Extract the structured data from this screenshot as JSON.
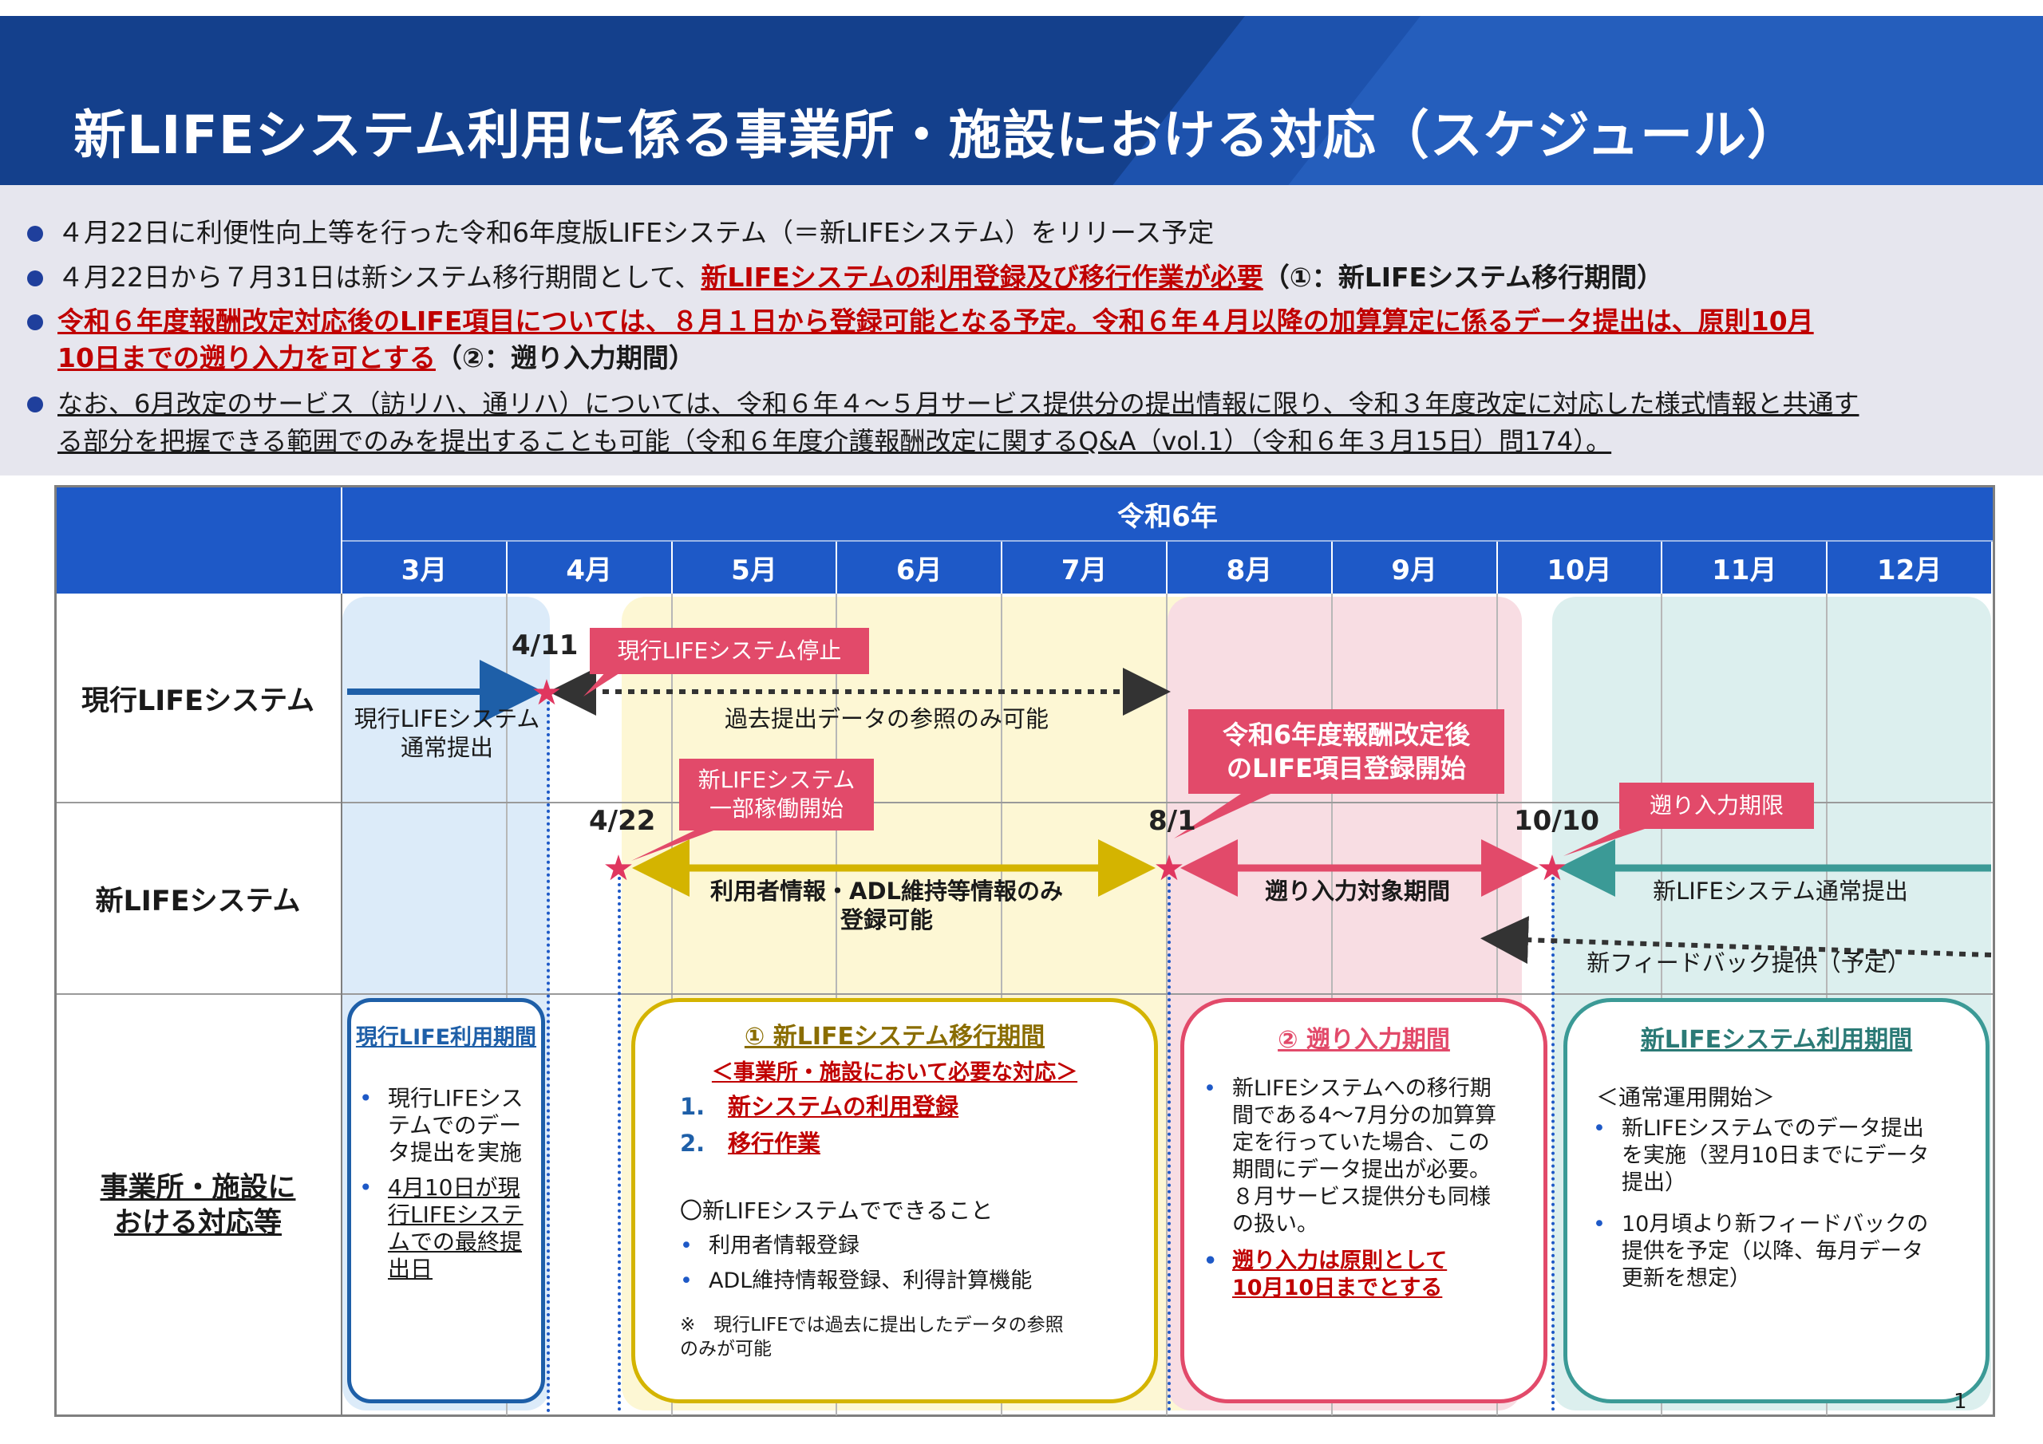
{
  "title": "新LIFEシステム利用に係る事業所・施設における対応（スケジュール）",
  "bullets": {
    "b1": "４月22日に利便性向上等を行った令和6年度版LIFEシステム（＝新LIFEシステム）をリリース予定",
    "b2_a": "４月22日から７月31日は新システム移行期間として、",
    "b2_b": "新LIFEシステムの利用登録及び移行作業が必要",
    "b2_c": "（①：新LIFEシステム移行期間）",
    "b3_l1": "令和６年度報酬改定対応後のLIFE項目については、８月１日から登録可能となる予定。令和６年４月以降の加算算定に係るデータ提出は、原則10月",
    "b3_l2a": "10日までの遡り入力を可とする",
    "b3_l2b": "（②：遡り入力期間）",
    "b4_l1": "なお、6月改定のサービス（訪リハ、通リハ）については、令和６年４～５月サービス提供分の提出情報に限り、令和３年度改定に対応した様式情報と共通す",
    "b4_l2": "る部分を把握できる範囲でのみを提出することも可能（令和６年度介護報酬改定に関するQ&A（vol.1）（令和６年３月15日）問174）。"
  },
  "table": {
    "year": "令和6年",
    "months": [
      "3月",
      "4月",
      "5月",
      "6月",
      "7月",
      "8月",
      "9月",
      "10月",
      "11月",
      "12月"
    ],
    "rows": [
      "現行LIFEシステム",
      "新LIFEシステム",
      "事業所・施設における対応等"
    ]
  },
  "timeline": {
    "date_411": "4/11",
    "date_422": "4/22",
    "date_81": "8/1",
    "date_1010": "10/10",
    "callout_stop": "現行LIFEシステム停止",
    "callout_partial_l1": "新LIFEシステム",
    "callout_partial_l2": "一部稼働開始",
    "callout_aug_l1": "令和6年度報酬改定後",
    "callout_aug_l2": "のLIFE項目登録開始",
    "callout_deadline": "遡り入力期限",
    "current_normal_l1": "現行LIFEシステム",
    "current_normal_l2": "通常提出",
    "ref_only": "過去提出データの参照のみ可能",
    "adl_l1": "利用者情報・ADL維持等情報のみ",
    "adl_l2": "登録可能",
    "retro_target": "遡り入力対象期間",
    "new_normal": "新LIFEシステム通常提出",
    "feedback": "新フィードバック提供（予定）"
  },
  "boxes": {
    "current": {
      "title": "現行LIFE利用期間",
      "items": [
        "現行LIFEシステムでのデータ提出を実施",
        "4月10日が現行LIFEシステムでの最終提出日"
      ]
    },
    "migration": {
      "title": "① 新LIFEシステム移行期間",
      "subtitle": "＜事業所・施設において必要な対応＞",
      "steps": [
        {
          "n": "1.",
          "label": "新システムの利用登録"
        },
        {
          "n": "2.",
          "label": "移行作業"
        }
      ],
      "can_do_heading": "〇新LIFEシステムでできること",
      "can_do": [
        "利用者情報登録",
        "ADL維持情報登録、利得計算機能"
      ],
      "note_l1": "※　現行LIFEでは過去に提出したデータの参照",
      "note_l2": "のみが可能"
    },
    "retro": {
      "title": "② 遡り入力期間",
      "item1_lines": [
        "新LIFEシステムへの移行期",
        "間である4～7月分の加算算",
        "定を行っていた場合、この",
        "期間にデータ提出が必要。",
        "８月サービス提供分も同様",
        "の扱い。"
      ],
      "item2_lines": [
        "遡り入力は原則として",
        "10月10日までとする"
      ]
    },
    "new": {
      "title": "新LIFEシステム利用期間",
      "intro": "＜通常運用開始＞",
      "item1_lines": [
        "新LIFEシステムでのデータ提出",
        "を実施（翌月10日までにデータ",
        "提出）"
      ],
      "item2_lines": [
        "10月頃より新フィードバックの",
        "提供を予定（以降、毎月データ",
        "更新を想定）"
      ]
    }
  },
  "page_number": "1",
  "colors": {
    "header_blue": "#14408c",
    "table_blue": "#1e59c7",
    "accent_red": "#c00000",
    "pink": "#e24a6a",
    "yellow_border": "#d4b400",
    "teal": "#3b9a96"
  }
}
